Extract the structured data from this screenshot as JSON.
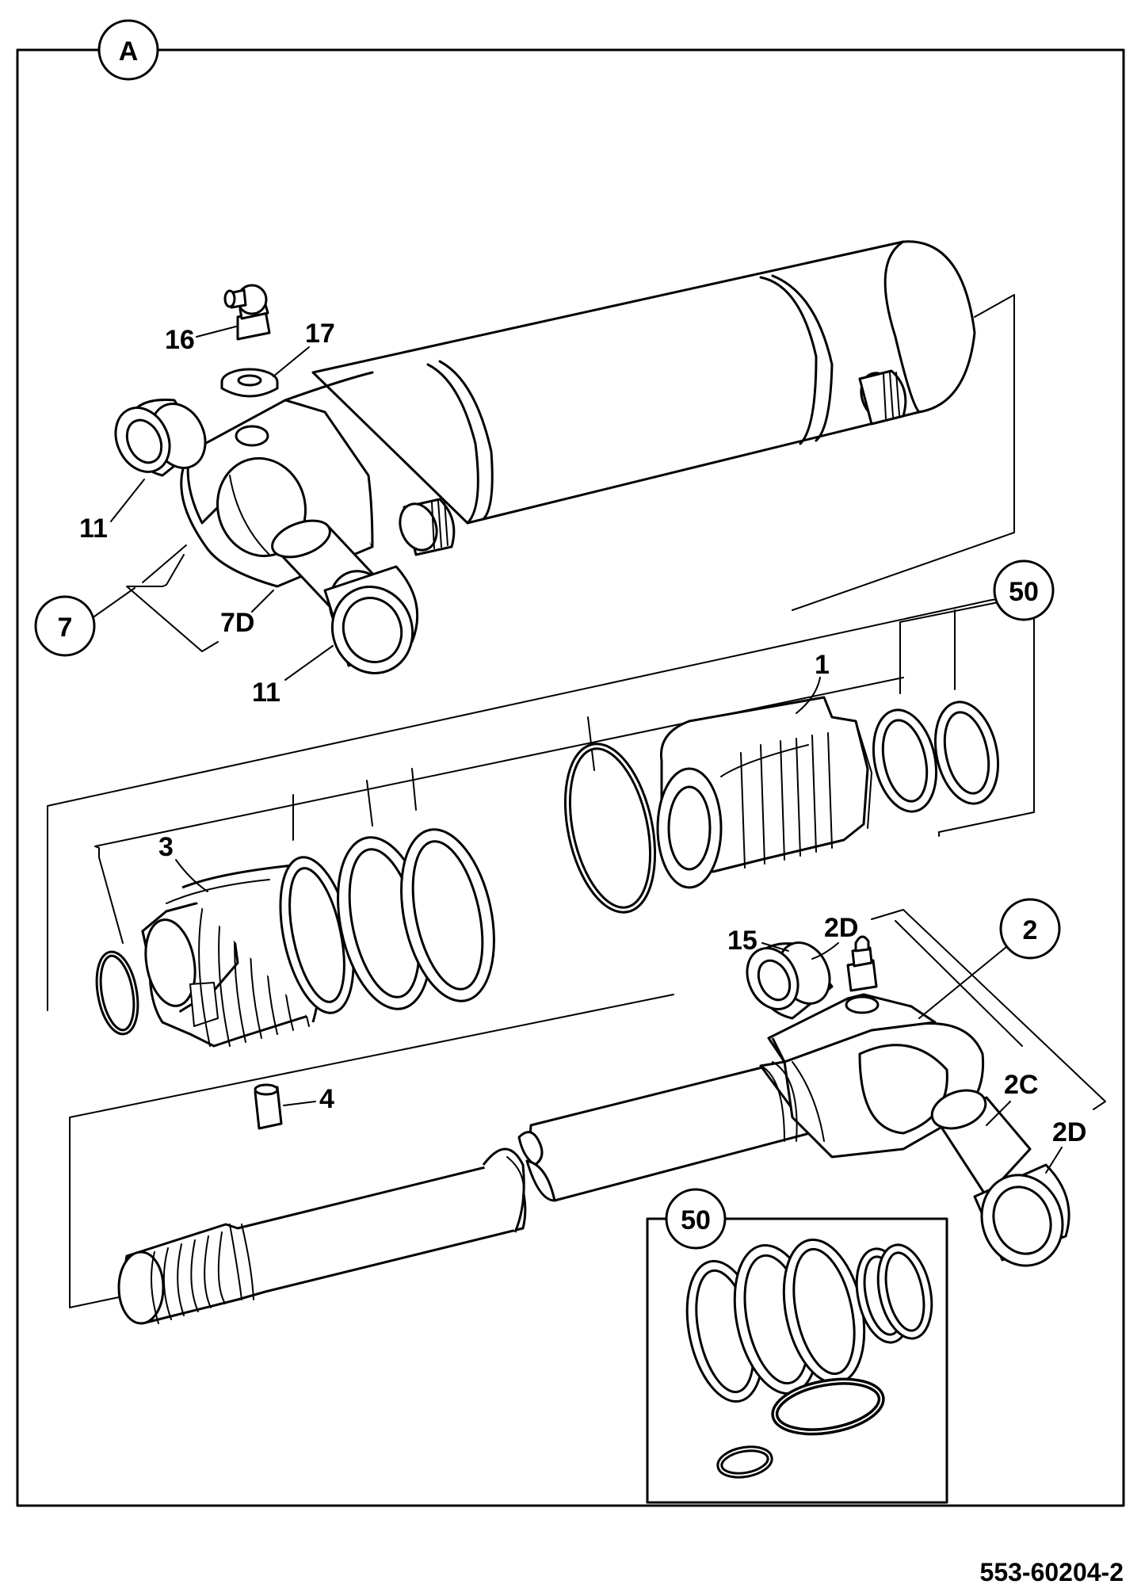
{
  "view_label": "A",
  "drawing_number": "553-60204-2",
  "callouts": {
    "c7": "7",
    "c50_top": "50",
    "c2": "2",
    "c50_inset": "50"
  },
  "labels": {
    "l16": "16",
    "l17": "17",
    "l11_left": "11",
    "l7D": "7D",
    "l11_bottom": "11",
    "l1": "1",
    "l3": "3",
    "l15": "15",
    "l2D_top": "2D",
    "l2C": "2C",
    "l2D_right": "2D",
    "l4": "4"
  }
}
